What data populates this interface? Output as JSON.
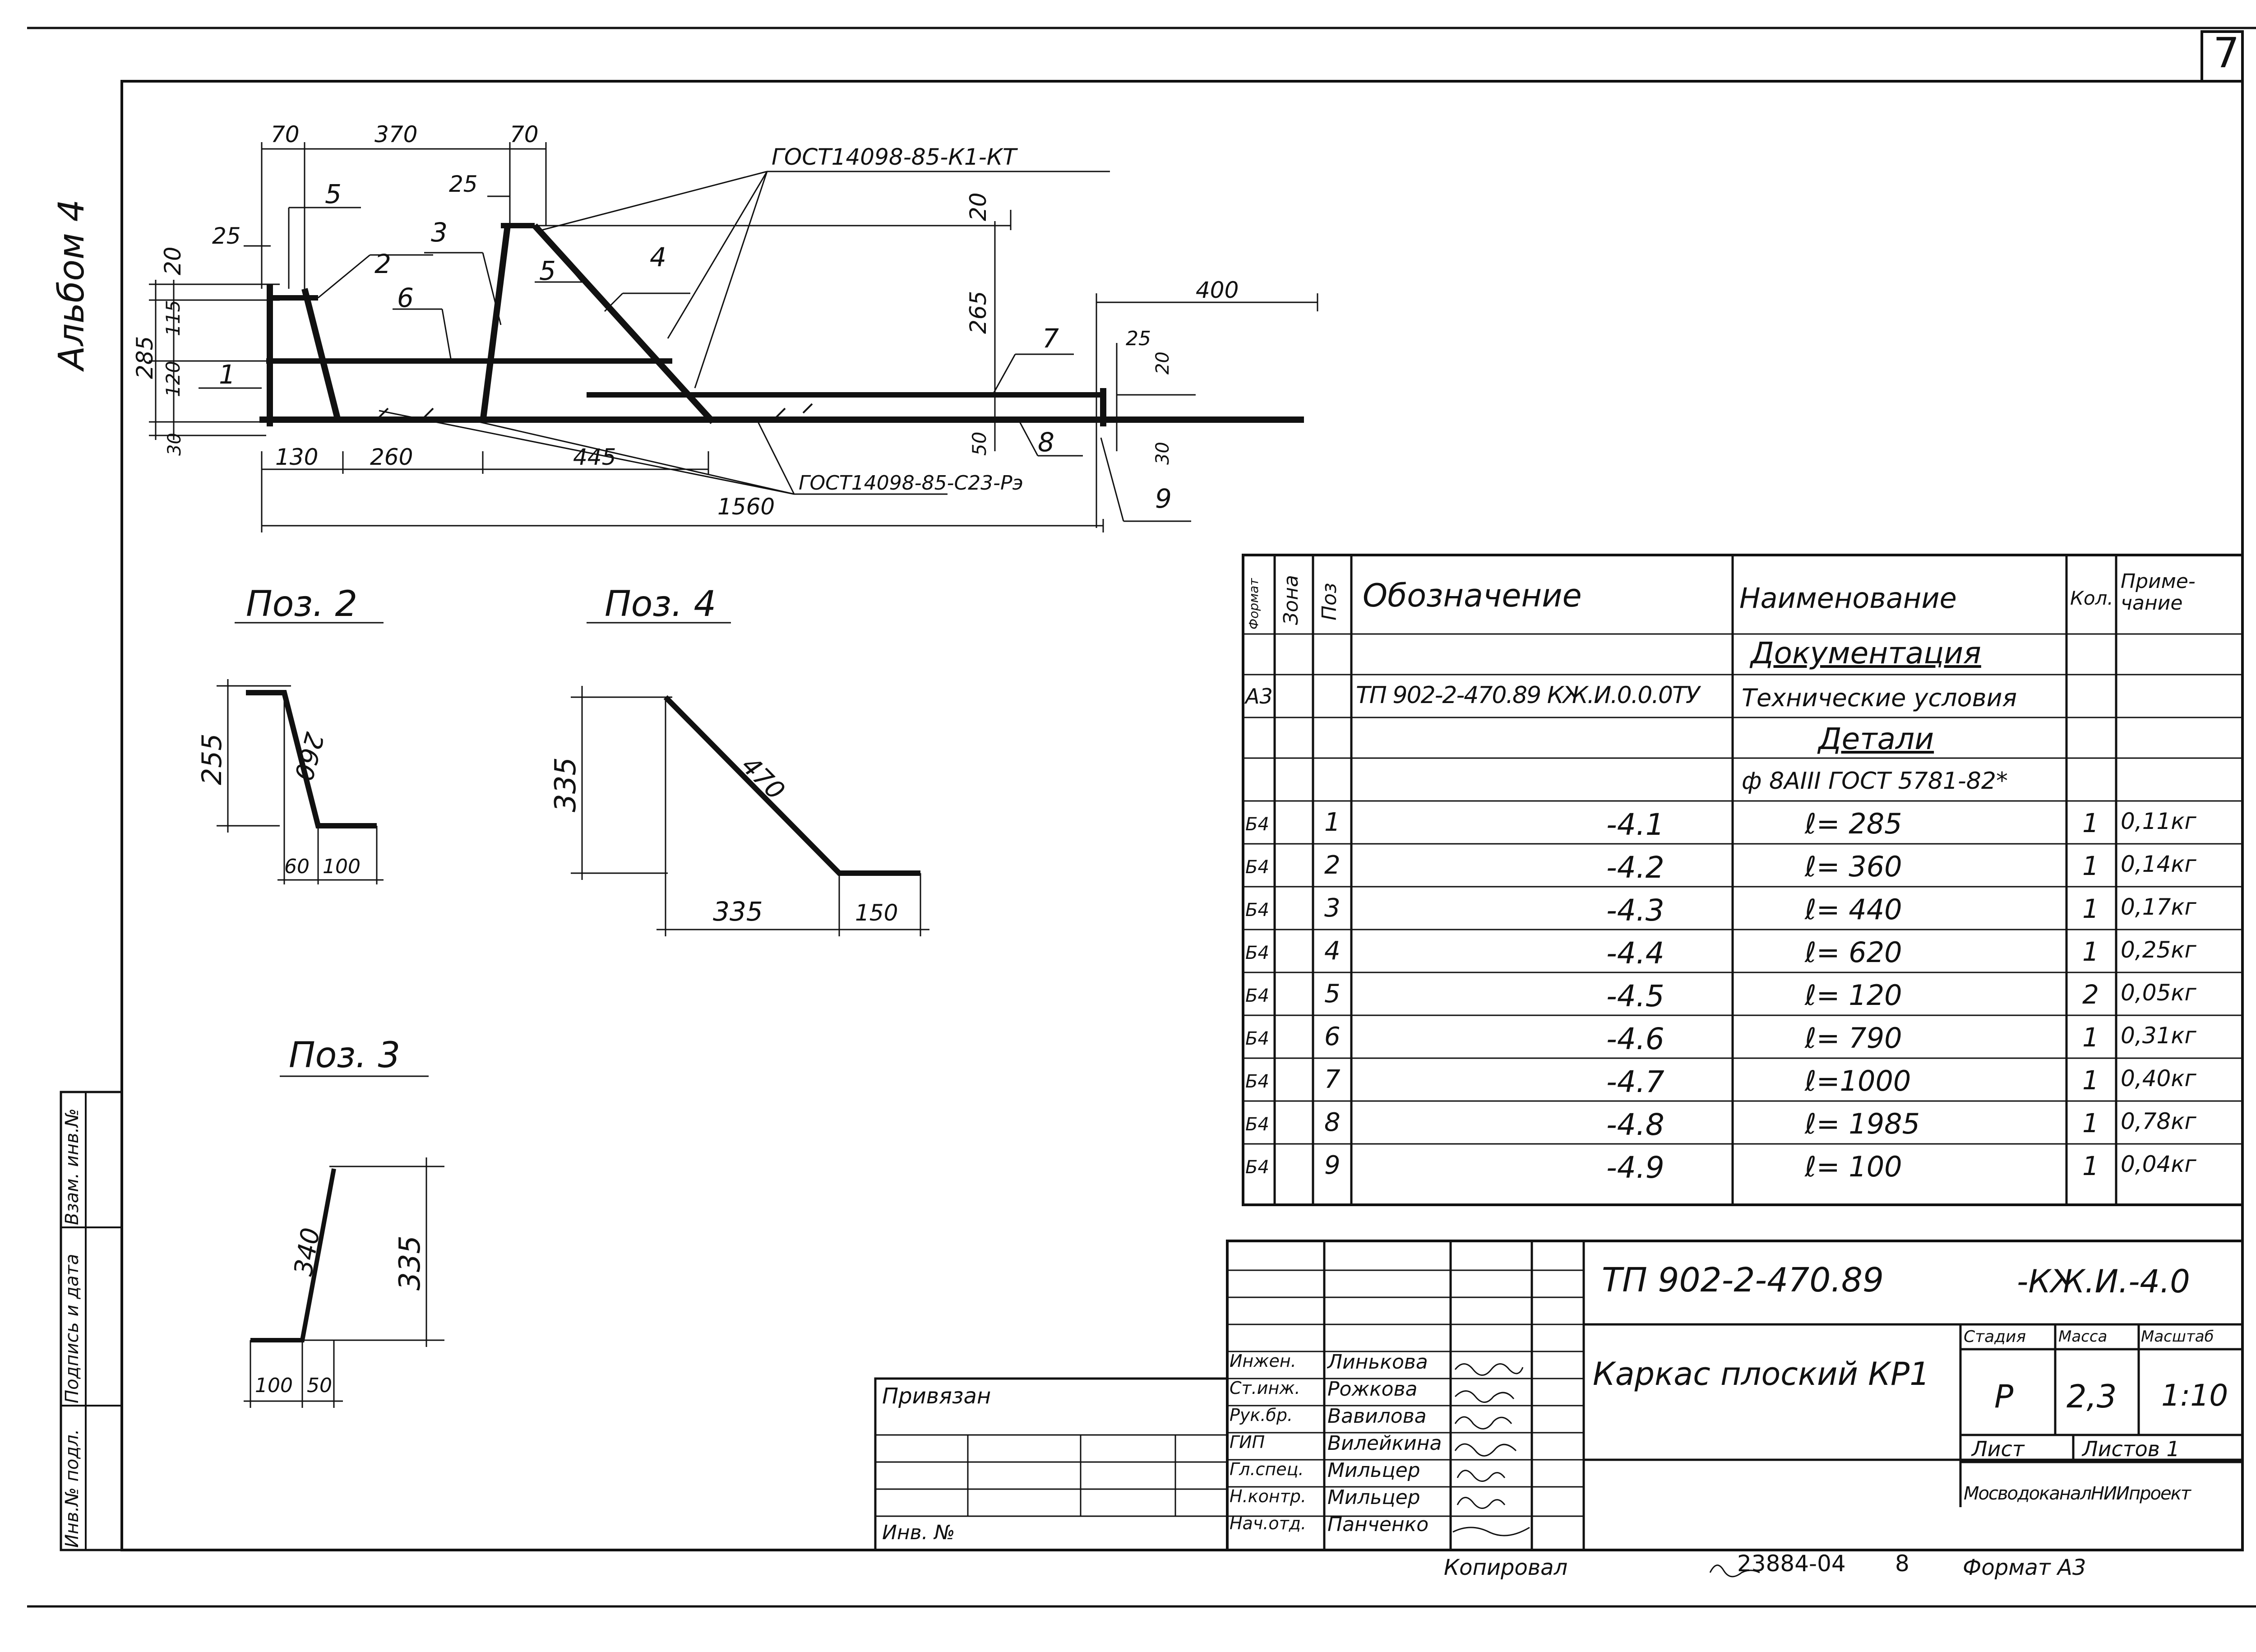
{
  "sheet": {
    "number": "7",
    "album": "Альбом 4"
  },
  "main_drawing": {
    "dims_top": [
      "70",
      "370",
      "70",
      "25",
      "25",
      "20"
    ],
    "dims_left": [
      "20",
      "115",
      "285",
      "120",
      "30"
    ],
    "dims_right": [
      "265",
      "50",
      "400",
      "25",
      "20",
      "30"
    ],
    "dims_bottom": [
      "130",
      "260",
      "445",
      "1560"
    ],
    "pos_labels": [
      "1",
      "2",
      "3",
      "4",
      "5",
      "5",
      "6",
      "7",
      "8",
      "9"
    ],
    "weld_top": "ГОСТ14098-85-К1-КТ",
    "weld_bottom": "ГОСТ14098-85-С23-Рэ"
  },
  "details": {
    "poz2": {
      "title": "Поз. 2",
      "h": "255",
      "len": "260",
      "b1": "60",
      "b2": "100"
    },
    "poz4": {
      "title": "Поз. 4",
      "h": "335",
      "len": "470",
      "b1": "335",
      "b2": "150"
    },
    "poz3": {
      "title": "Поз. 3",
      "h": "335",
      "len": "340",
      "b1": "100",
      "b2": "50"
    }
  },
  "spec": {
    "headers": {
      "format": "Формат",
      "zone": "Зона",
      "pos": "Поз",
      "designation": "Обозначение",
      "name": "Наименование",
      "qty": "Кол.",
      "note": "Приме-чание"
    },
    "section_docs": "Документация",
    "doc_row": {
      "format": "А3",
      "designation": "ТП 902-2-470.89 КЖ.И.0.0.0ТУ",
      "name": "Технические условия"
    },
    "section_details": "Детали",
    "material": "ф 8АIII ГОСТ 5781-82*",
    "rows": [
      {
        "format": "Б4",
        "pos": "1",
        "designation": "-4.1",
        "name": "ℓ= 285",
        "qty": "1",
        "note": "0,11кг"
      },
      {
        "format": "Б4",
        "pos": "2",
        "designation": "-4.2",
        "name": "ℓ= 360",
        "qty": "1",
        "note": "0,14кг"
      },
      {
        "format": "Б4",
        "pos": "3",
        "designation": "-4.3",
        "name": "ℓ= 440",
        "qty": "1",
        "note": "0,17кг"
      },
      {
        "format": "Б4",
        "pos": "4",
        "designation": "-4.4",
        "name": "ℓ= 620",
        "qty": "1",
        "note": "0,25кг"
      },
      {
        "format": "Б4",
        "pos": "5",
        "designation": "-4.5",
        "name": "ℓ= 120",
        "qty": "2",
        "note": "0,05кг"
      },
      {
        "format": "Б4",
        "pos": "6",
        "designation": "-4.6",
        "name": "ℓ= 790",
        "qty": "1",
        "note": "0,31кг"
      },
      {
        "format": "Б4",
        "pos": "7",
        "designation": "-4.7",
        "name": "ℓ=1000",
        "qty": "1",
        "note": "0,40кг"
      },
      {
        "format": "Б4",
        "pos": "8",
        "designation": "-4.8",
        "name": "ℓ= 1985",
        "qty": "1",
        "note": "0,78кг"
      },
      {
        "format": "Б4",
        "pos": "9",
        "designation": "-4.9",
        "name": "ℓ= 100",
        "qty": "1",
        "note": "0,04кг"
      }
    ]
  },
  "title_block": {
    "code": "ТП 902-2-470.89",
    "code_suffix": "-КЖ.И.-4.0",
    "title": "Каркас плоский КР1",
    "stage_label": "Стадия",
    "mass_label": "Масса",
    "scale_label": "Масштаб",
    "stage": "Р",
    "mass": "2,3",
    "scale": "1:10",
    "sheet_label": "Лист",
    "sheets_label": "Листов 1",
    "org": "МосводоканалНИИпроект",
    "people": [
      {
        "role": "Инжен.",
        "name": "Линькова"
      },
      {
        "role": "Ст.инж.",
        "name": "Рожкова"
      },
      {
        "role": "Рук.бр.",
        "name": "Вавилова"
      },
      {
        "role": "ГИП",
        "name": "Вилейкина"
      },
      {
        "role": "Гл.спец.",
        "name": "Мильцер"
      },
      {
        "role": "Н.контр.",
        "name": "Мильцер"
      },
      {
        "role": "Нач.отд.",
        "name": "Панченко"
      }
    ],
    "privyazan": "Привязан",
    "inv": "Инв. №"
  },
  "side_stamp": {
    "inv_orig": "Инв.№ подл.",
    "sign_date": "Подпись и дата",
    "vzam": "Взам. инв.№"
  },
  "footer": {
    "copied": "Копировал",
    "number": "23884-04",
    "num2": "8",
    "format": "Формат А3"
  }
}
